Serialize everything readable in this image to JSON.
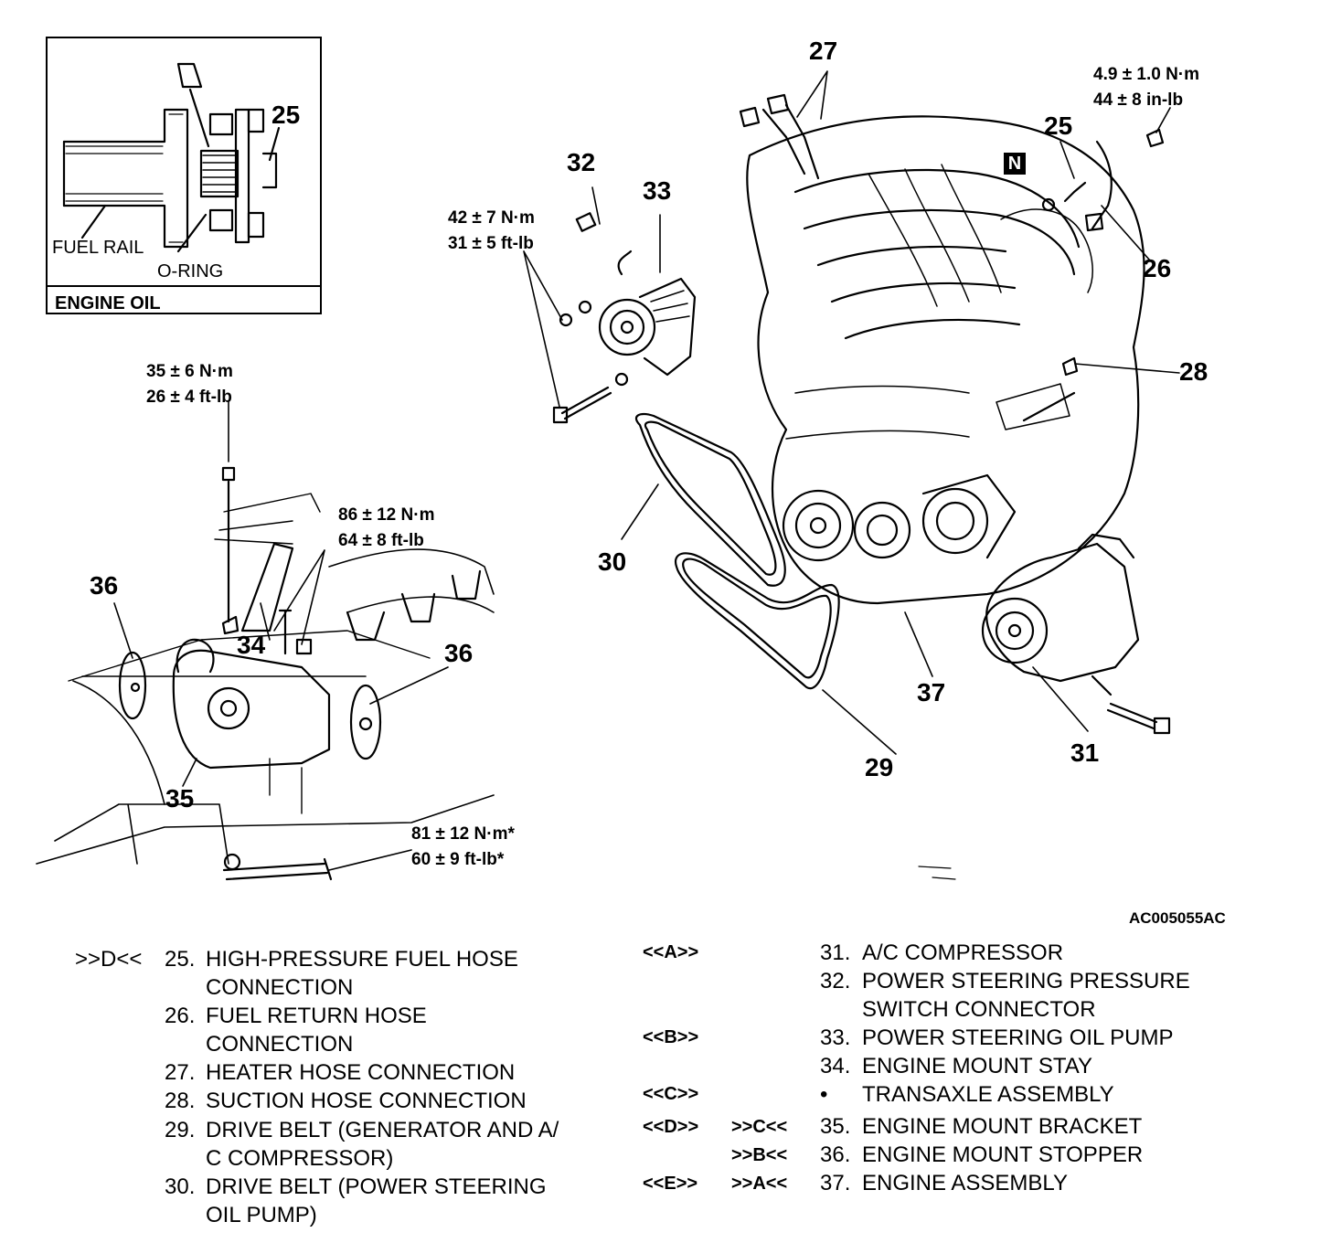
{
  "inset": {
    "title": "ENGINE OIL",
    "fuel_rail": "FUEL RAIL",
    "o_ring": "O-RING",
    "callout": "25"
  },
  "torques": {
    "t_33_a": "42 ± 7 N·m",
    "t_33_b": "31 ± 5 ft-lb",
    "t_25_a": "4.9 ± 1.0 N·m",
    "t_25_b": "44 ± 8 in-lb",
    "t_34_a": "35 ± 6 N·m",
    "t_34_b": "26 ± 4 ft-lb",
    "t_35_a": "86 ± 12 N·m",
    "t_35_b": "64 ± 8 ft-lb",
    "t_mount_a": "81 ± 12 N·m*",
    "t_mount_b": "60 ± 9 ft-lb*"
  },
  "n_badge": "N",
  "callouts": {
    "c25": "25",
    "c26": "26",
    "c27": "27",
    "c28": "28",
    "c29": "29",
    "c30": "30",
    "c31": "31",
    "c32": "32",
    "c33": "33",
    "c34": "34",
    "c35": "35",
    "c36a": "36",
    "c36b": "36",
    "c37": "37"
  },
  "figure_id": "AC005055AC",
  "legend": {
    "left": [
      {
        "mark": ">>D<<",
        "num": "25.",
        "line1": "HIGH-PRESSURE FUEL HOSE",
        "line2": "CONNECTION"
      },
      {
        "mark": "",
        "num": "26.",
        "line1": "FUEL RETURN HOSE",
        "line2": "CONNECTION"
      },
      {
        "mark": "",
        "num": "27.",
        "line1": "HEATER HOSE CONNECTION",
        "line2": ""
      },
      {
        "mark": "",
        "num": "28.",
        "line1": "SUCTION HOSE CONNECTION",
        "line2": ""
      },
      {
        "mark": "",
        "num": "29.",
        "line1": "DRIVE BELT (GENERATOR AND A/",
        "line2": "C COMPRESSOR)"
      },
      {
        "mark": "",
        "num": "30.",
        "line1": "DRIVE BELT (POWER STEERING",
        "line2": "OIL PUMP)"
      }
    ],
    "right": [
      {
        "m1": "<<A>>",
        "m2": "",
        "num": "31.",
        "line1": "A/C COMPRESSOR",
        "line2": ""
      },
      {
        "m1": "",
        "m2": "",
        "num": "32.",
        "line1": "POWER STEERING PRESSURE",
        "line2": "SWITCH CONNECTOR"
      },
      {
        "m1": "<<B>>",
        "m2": "",
        "num": "33.",
        "line1": "POWER STEERING OIL PUMP",
        "line2": ""
      },
      {
        "m1": "",
        "m2": "",
        "num": "34.",
        "line1": "ENGINE MOUNT STAY",
        "line2": ""
      },
      {
        "m1": "<<C>>",
        "m2": "",
        "num": "•",
        "line1": "TRANSAXLE ASSEMBLY",
        "line2": ""
      },
      {
        "m1": "<<D>>",
        "m2": ">>C<<",
        "num": "35.",
        "line1": "ENGINE MOUNT BRACKET",
        "line2": ""
      },
      {
        "m1": "",
        "m2": ">>B<<",
        "num": "36.",
        "line1": "ENGINE MOUNT STOPPER",
        "line2": ""
      },
      {
        "m1": "<<E>>",
        "m2": ">>A<<",
        "num": "37.",
        "line1": "ENGINE ASSEMBLY",
        "line2": ""
      }
    ]
  }
}
